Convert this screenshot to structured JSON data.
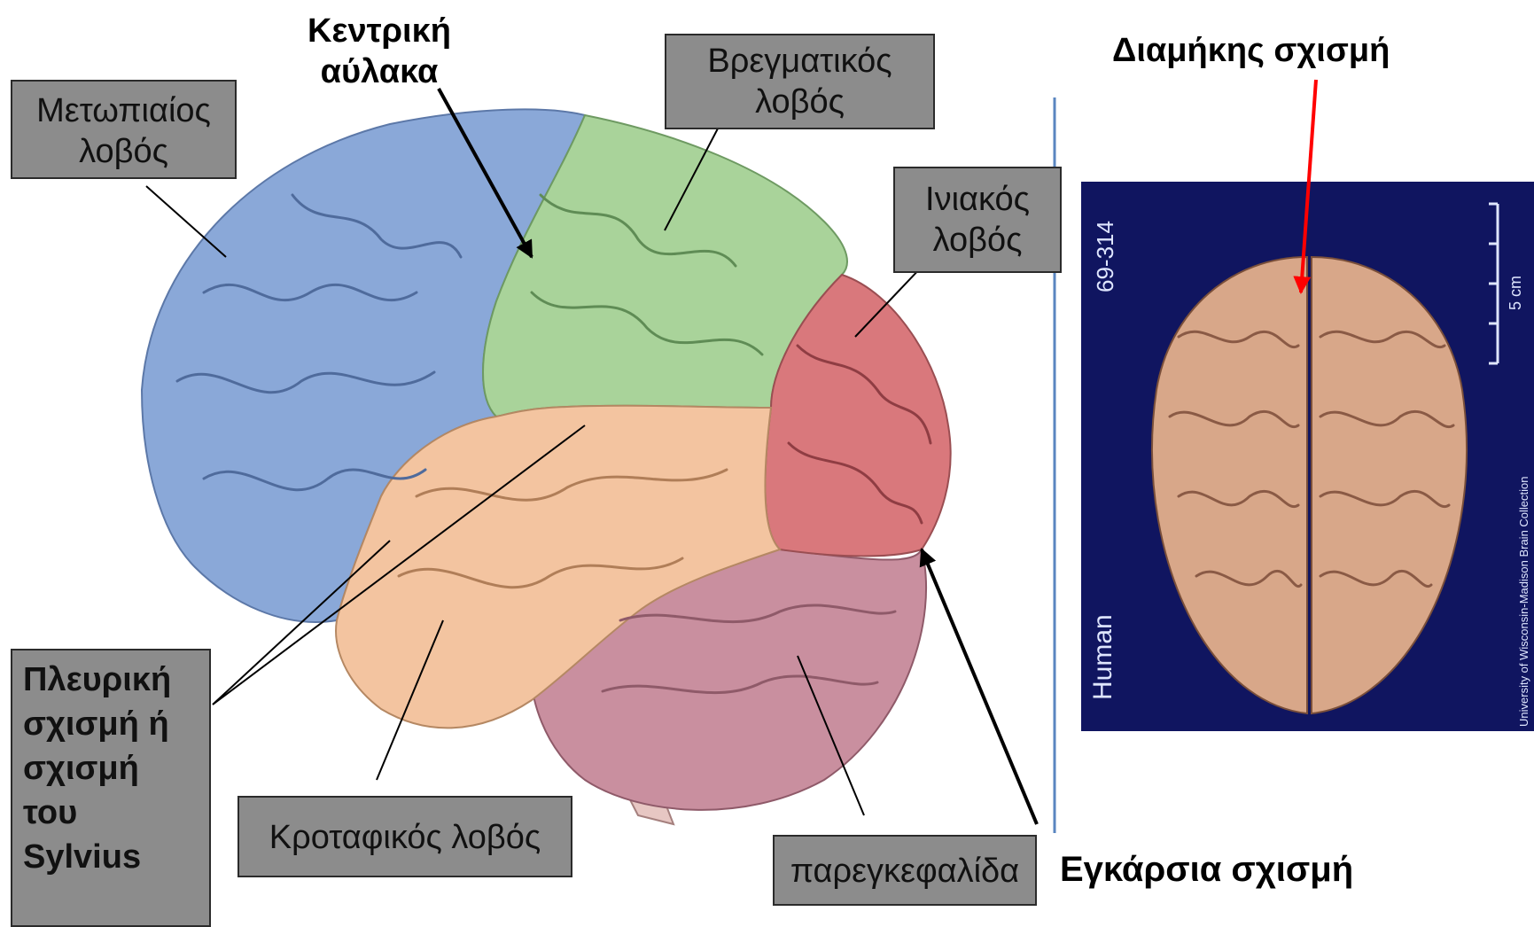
{
  "labels": {
    "frontal": [
      "Μετωπιαίος",
      "λοβός"
    ],
    "central_sulcus": [
      "Κεντρική",
      "αύλακα"
    ],
    "parietal": [
      "Βρεγματικός",
      "λοβός"
    ],
    "occipital": [
      "Ινιακός",
      "λοβός"
    ],
    "lateral_fissure": [
      "Πλευρική",
      "σχισμή ή",
      "σχισμή",
      "του",
      "Sylvius"
    ],
    "temporal": "Κροταφικός λοβός",
    "cerebellum": "παρεγκεφαλίδα",
    "transverse_fissure": "Εγκάρσια σχισμή",
    "longitudinal_fissure": "Διαμήκης σχισμή"
  },
  "photo": {
    "specimen_id": "69-314",
    "species": "Human",
    "scale": "5 cm",
    "credit": "University of Wisconsin-Madison Brain Collection"
  },
  "colors": {
    "frontal_lobe": "#8aa8d8",
    "parietal_lobe": "#a9d39a",
    "occipital_lobe": "#d9787c",
    "temporal_lobe": "#f3c4a0",
    "cerebellum": "#c98f9f",
    "photo_bg": "#101560",
    "brain_photo": "#d8a789",
    "label_box": "#8c8c8c",
    "divider": "#5a86c0",
    "arrow_red": "#ff0000"
  }
}
